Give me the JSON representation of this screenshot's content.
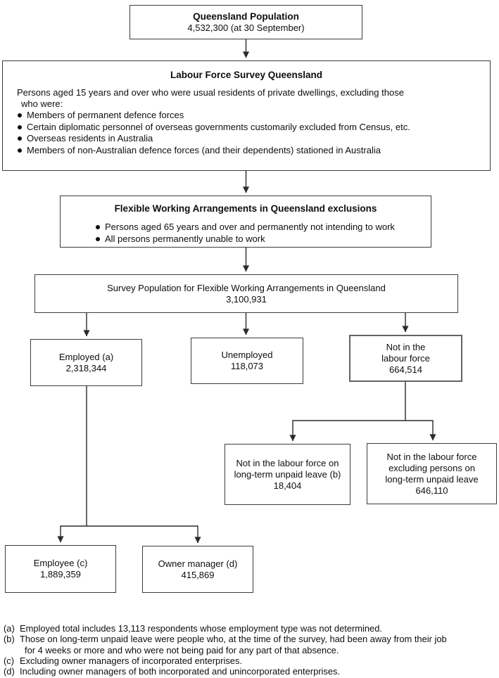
{
  "flow": {
    "box1": {
      "title": "Queensland Population",
      "value": "4,532,300 (at 30 September)"
    },
    "box2": {
      "title": "Labour Force Survey Queensland",
      "para_line1": "Persons aged 15 years and over who were usual residents of private dwellings, excluding those",
      "para_line2": "who were:",
      "bullets": [
        "Members of permanent defence forces",
        "Certain diplomatic personnel of overseas governments customarily excluded from Census, etc.",
        "Overseas residents in Australia",
        "Members of non-Australian defence forces (and their dependents) stationed in Australia"
      ]
    },
    "box3": {
      "title": "Flexible Working Arrangements in Queensland exclusions",
      "bullets": [
        "Persons aged 65 years and over and permanently not intending to work",
        "All persons permanently unable to work"
      ]
    },
    "box4": {
      "title": "Survey Population for Flexible Working Arrangements in Queensland",
      "value": "3,100,931"
    },
    "employed": {
      "line1": "Employed (a)",
      "value": "2,318,344"
    },
    "unemployed": {
      "line1": "Unemployed",
      "value": "118,073"
    },
    "nilf": {
      "line1": "Not in the",
      "line2": "labour force",
      "value": "664,514"
    },
    "nilf_on_leave": {
      "line1": "Not in the labour force on",
      "line2": "long-term unpaid leave (b)",
      "value": "18,404"
    },
    "nilf_excl_leave": {
      "line1": "Not in the labour force",
      "line2": "excluding persons on",
      "line3": "long-term unpaid leave",
      "value": "646,110"
    },
    "employee": {
      "line1": "Employee (c)",
      "value": "1,889,359"
    },
    "owner_manager": {
      "line1": "Owner manager (d)",
      "value": "415,869"
    },
    "footnotes": [
      {
        "label": "(a)",
        "lines": [
          "Employed total includes 13,113 respondents whose employment type was not determined."
        ]
      },
      {
        "label": "(b)",
        "lines": [
          "Those on long-term unpaid leave were people who, at the time of the survey, had been away from their job",
          "for 4 weeks or more and who were not being paid for any part of that absence."
        ]
      },
      {
        "label": "(c)",
        "lines": [
          "Excluding owner managers of incorporated enterprises."
        ]
      },
      {
        "label": "(d)",
        "lines": [
          "Including owner managers of both incorporated and unincorporated enterprises."
        ]
      }
    ],
    "colors": {
      "line": "#2b2b2b",
      "border": "#3c3c3c",
      "background": "#ffffff",
      "text": "#0e0e0e"
    }
  }
}
